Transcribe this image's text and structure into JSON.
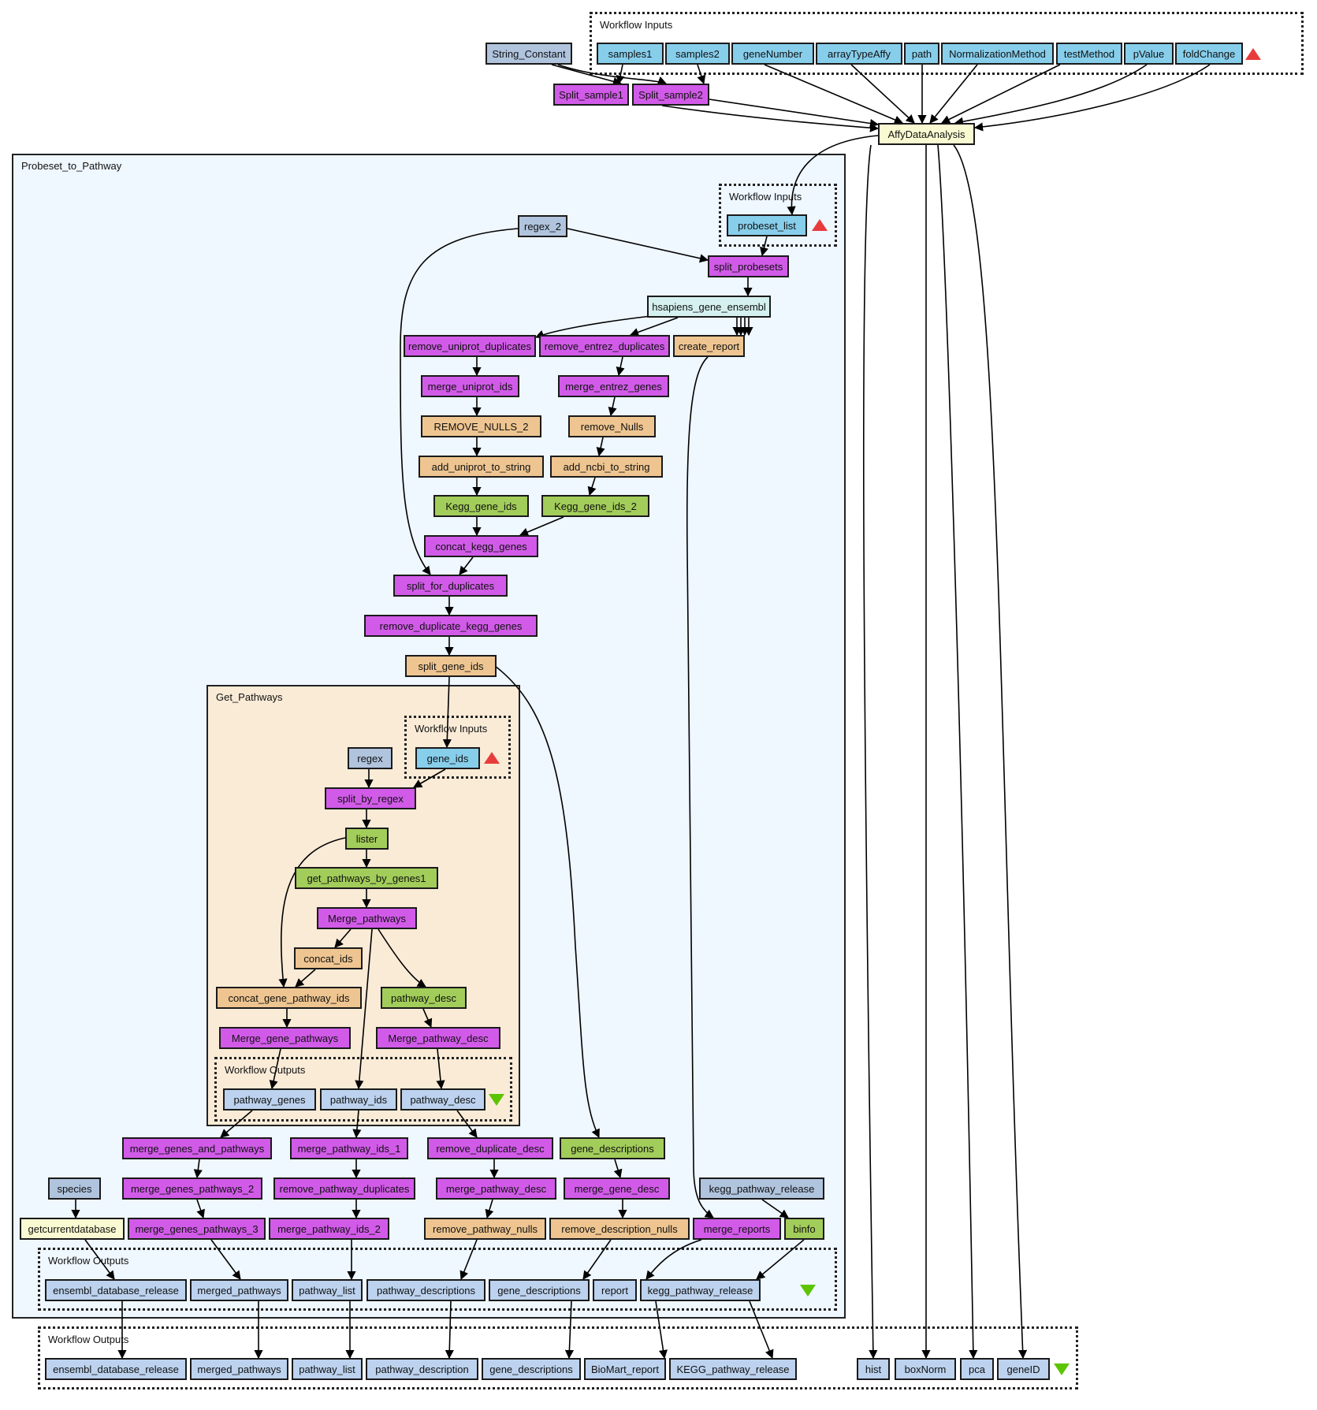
{
  "colors": {
    "input": "#87ceeb",
    "output": "#bcd2ee",
    "beanshell": "#d15be8",
    "localworker": "#eec591",
    "wsdl": "#a2cd5a",
    "constant": "#b0c4de",
    "biomart": "#d4f0ef",
    "rshell": "#fafad2",
    "outer_cluster_bg": "#eff7ff",
    "inner_cluster_bg": "#faebd7",
    "input_marker": "#e83c3c",
    "output_marker": "#5cc400"
  },
  "clusters": {
    "top_inputs": "Workflow Inputs",
    "probeset_to_pathway": "Probeset_to_Pathway",
    "p2p_inputs": "Workflow Inputs",
    "get_pathways": "Get_Pathways",
    "gp_inputs": "Workflow Inputs",
    "gp_outputs": "Workflow Outputs",
    "p2p_outputs": "Workflow Outputs",
    "top_outputs": "Workflow Outputs"
  },
  "nodes": {
    "string_constant": "String_Constant",
    "samples1": "samples1",
    "samples2": "samples2",
    "geneNumber": "geneNumber",
    "arrayTypeAffy": "arrayTypeAffy",
    "path": "path",
    "NormalizationMethod": "NormalizationMethod",
    "testMethod": "testMethod",
    "pValue": "pValue",
    "foldChange": "foldChange",
    "split_sample1": "Split_sample1",
    "split_sample2": "Split_sample2",
    "affy": "AffyDataAnalysis",
    "probeset_list": "probeset_list",
    "regex_2": "regex_2",
    "split_probesets": "split_probesets",
    "hsapiens": "hsapiens_gene_ensembl",
    "remove_uniprot_duplicates": "remove_uniprot_duplicates",
    "remove_entrez_duplicates": "remove_entrez_duplicates",
    "create_report": "create_report",
    "merge_uniprot_ids": "merge_uniprot_ids",
    "merge_entrez_genes": "merge_entrez_genes",
    "remove_nulls_2": "REMOVE_NULLS_2",
    "remove_nulls": "remove_Nulls",
    "add_uniprot_to_string": "add_uniprot_to_string",
    "add_ncbi_to_string": "add_ncbi_to_string",
    "kegg_gene_ids": "Kegg_gene_ids",
    "kegg_gene_ids_2": "Kegg_gene_ids_2",
    "concat_kegg_genes": "concat_kegg_genes",
    "split_for_duplicates": "split_for_duplicates",
    "remove_duplicate_kegg_genes": "remove_duplicate_kegg_genes",
    "split_gene_ids": "split_gene_ids",
    "gene_ids": "gene_ids",
    "regex": "regex",
    "split_by_regex": "split_by_regex",
    "lister": "lister",
    "get_pathways_by_genes1": "get_pathways_by_genes1",
    "merge_pathways_gp": "Merge_pathways",
    "concat_ids": "concat_ids",
    "concat_gene_pathway_ids": "concat_gene_pathway_ids",
    "pathway_desc_ws": "pathway_desc",
    "merge_gene_pathways": "Merge_gene_pathways",
    "merge_pathway_desc_gp": "Merge_pathway_desc",
    "out_pathway_genes": "pathway_genes",
    "out_pathway_ids": "pathway_ids",
    "out_pathway_desc": "pathway_desc",
    "merge_genes_and_pathways": "merge_genes_and_pathways",
    "merge_pathway_ids_1": "merge_pathway_ids_1",
    "remove_duplicate_desc": "remove_duplicate_desc",
    "gene_descriptions_ws": "gene_descriptions",
    "species": "species",
    "merge_genes_pathways_2": "merge_genes_pathways_2",
    "remove_pathway_duplicates": "remove_pathway_duplicates",
    "merge_pathway_desc": "merge_pathway_desc",
    "merge_gene_desc": "merge_gene_desc",
    "kegg_pathway_release_c": "kegg_pathway_release",
    "getcurrentdatabase": "getcurrentdatabase",
    "merge_genes_pathways_3": "merge_genes_pathways_3",
    "merge_pathway_ids_2": "merge_pathway_ids_2",
    "remove_pathway_nulls": "remove_pathway_nulls",
    "remove_description_nulls": "remove_description_nulls",
    "merge_reports": "merge_reports",
    "binfo": "binfo",
    "p_ensembl_database_release": "ensembl_database_release",
    "p_merged_pathways": "merged_pathways",
    "p_pathway_list": "pathway_list",
    "p_pathway_descriptions": "pathway_descriptions",
    "p_gene_descriptions": "gene_descriptions",
    "p_report": "report",
    "p_kegg_pathway_release": "kegg_pathway_release",
    "o_ensembl_database_release": "ensembl_database_release",
    "o_merged_pathways": "merged_pathways",
    "o_pathway_list": "pathway_list",
    "o_pathway_description": "pathway_description",
    "o_gene_descriptions": "gene_descriptions",
    "o_biomart_report": "BioMart_report",
    "o_kegg_pathway_release": "KEGG_pathway_release",
    "o_hist": "hist",
    "o_boxNorm": "boxNorm",
    "o_pca": "pca",
    "o_geneID": "geneID"
  }
}
